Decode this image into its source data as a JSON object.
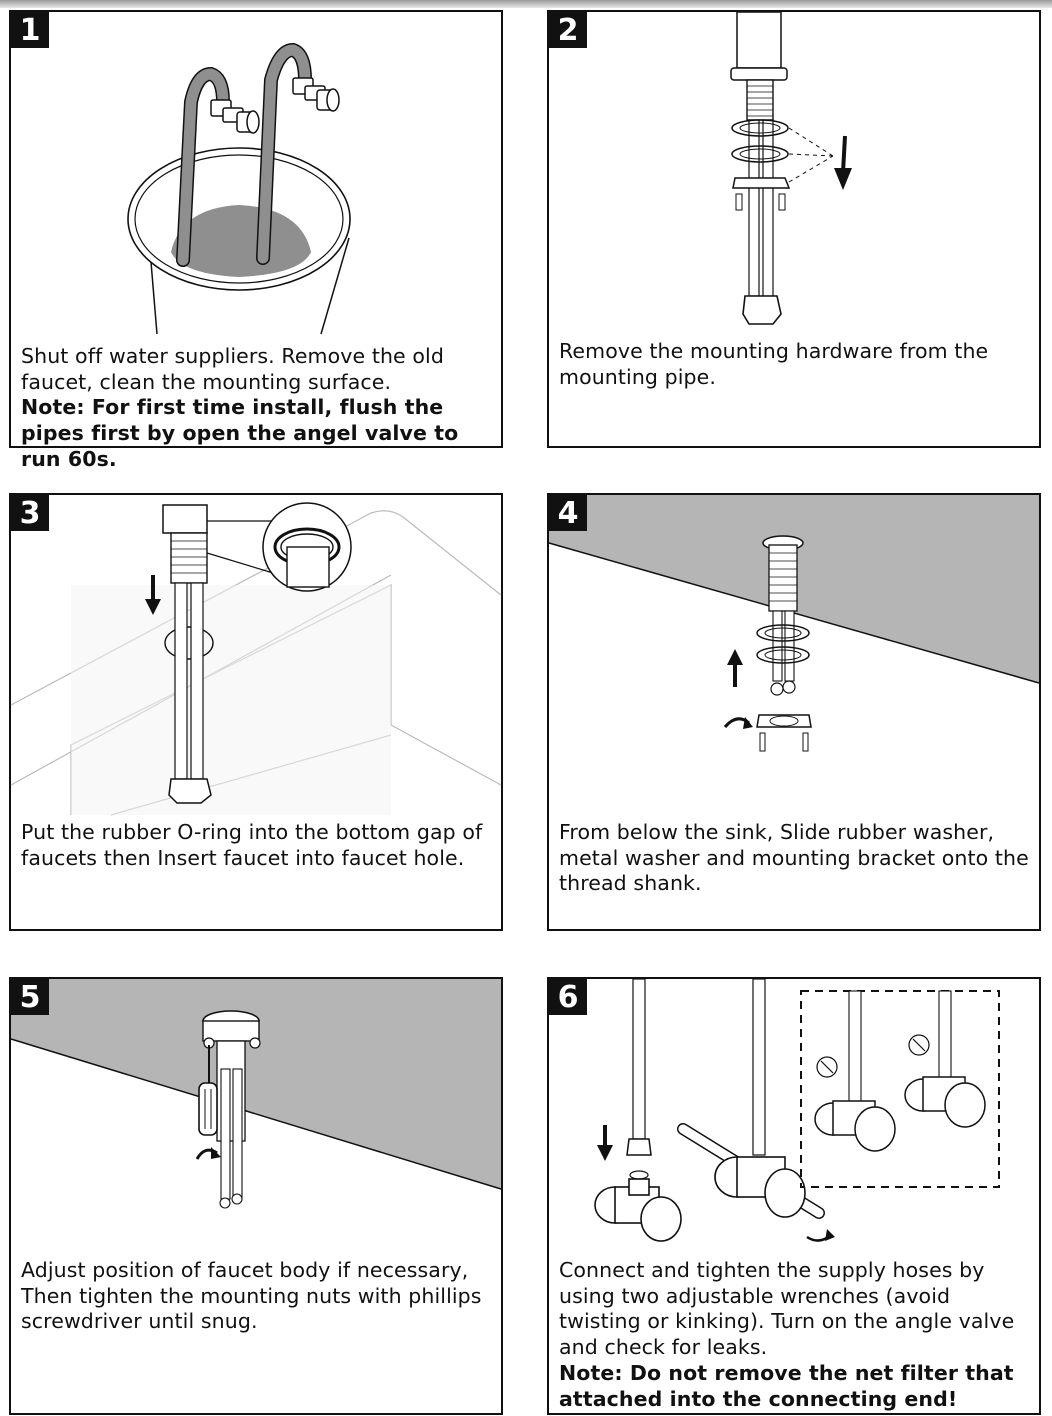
{
  "steps": [
    {
      "number": "1",
      "text": "Shut off water suppliers. Remove the old faucet, clean the mounting surface.",
      "note": "Note: For first time install, flush the pipes first by open the angel valve to run 60s."
    },
    {
      "number": "2",
      "text": "Remove the mounting hardware from the mounting pipe.",
      "note": ""
    },
    {
      "number": "3",
      "text": "Put the rubber O-ring into the bottom gap of faucets then Insert faucet into faucet hole.",
      "note": ""
    },
    {
      "number": "4",
      "text": "From below the sink, Slide rubber washer, metal washer and mounting bracket onto the thread shank.",
      "note": ""
    },
    {
      "number": "5",
      "text": "Adjust position of faucet body if necessary, Then tighten the mounting nuts with phillips screwdriver until snug.",
      "note": ""
    },
    {
      "number": "6",
      "text": "Connect and tighten the supply hoses by using two adjustable wrenches (avoid twisting or kinking). Turn on the angle valve and check for leaks.",
      "note": "Note: Do not remove the net filter that attached into the connecting end!"
    }
  ],
  "colors": {
    "ink": "#111111",
    "hose_gray": "#8f8f8f",
    "counter_gray": "#b5b5b5"
  }
}
